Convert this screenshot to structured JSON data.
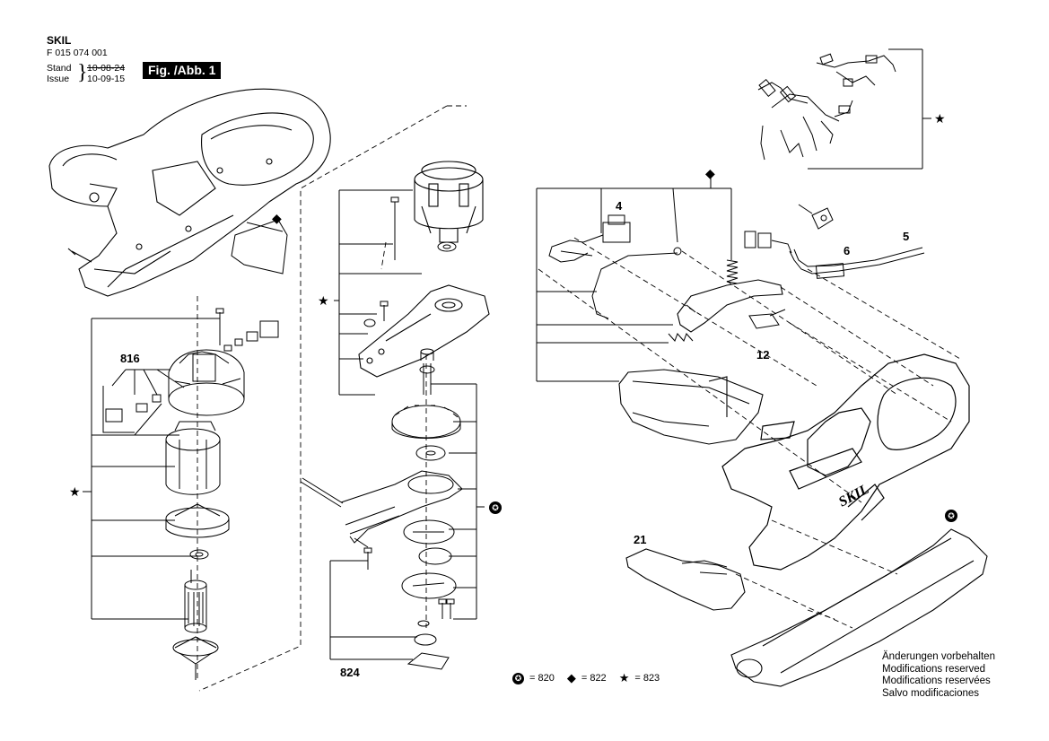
{
  "header": {
    "brand": "SKIL",
    "doc_number": "F 015 074 001",
    "stand_label": "Stand",
    "stand_date": "10-08-24",
    "issue_label": "Issue",
    "issue_date": "10-09-15",
    "figure_label": "Fig. /Abb. 1"
  },
  "part_numbers": {
    "p816": "816",
    "p824": "824",
    "p4": "4",
    "p5": "5",
    "p6": "6",
    "p12": "12",
    "p21": "21"
  },
  "markers": {
    "star": "★",
    "diamond": "◆",
    "circle_star": "✪"
  },
  "legend": {
    "circle_value": "= 820",
    "diamond_value": "= 822",
    "star_value": "= 823"
  },
  "notes": [
    "Änderungen vorbehalten",
    "Modifications reserved",
    "Modifications reservées",
    "Salvo modificaciones"
  ],
  "brand_on_housing": "SKIL"
}
